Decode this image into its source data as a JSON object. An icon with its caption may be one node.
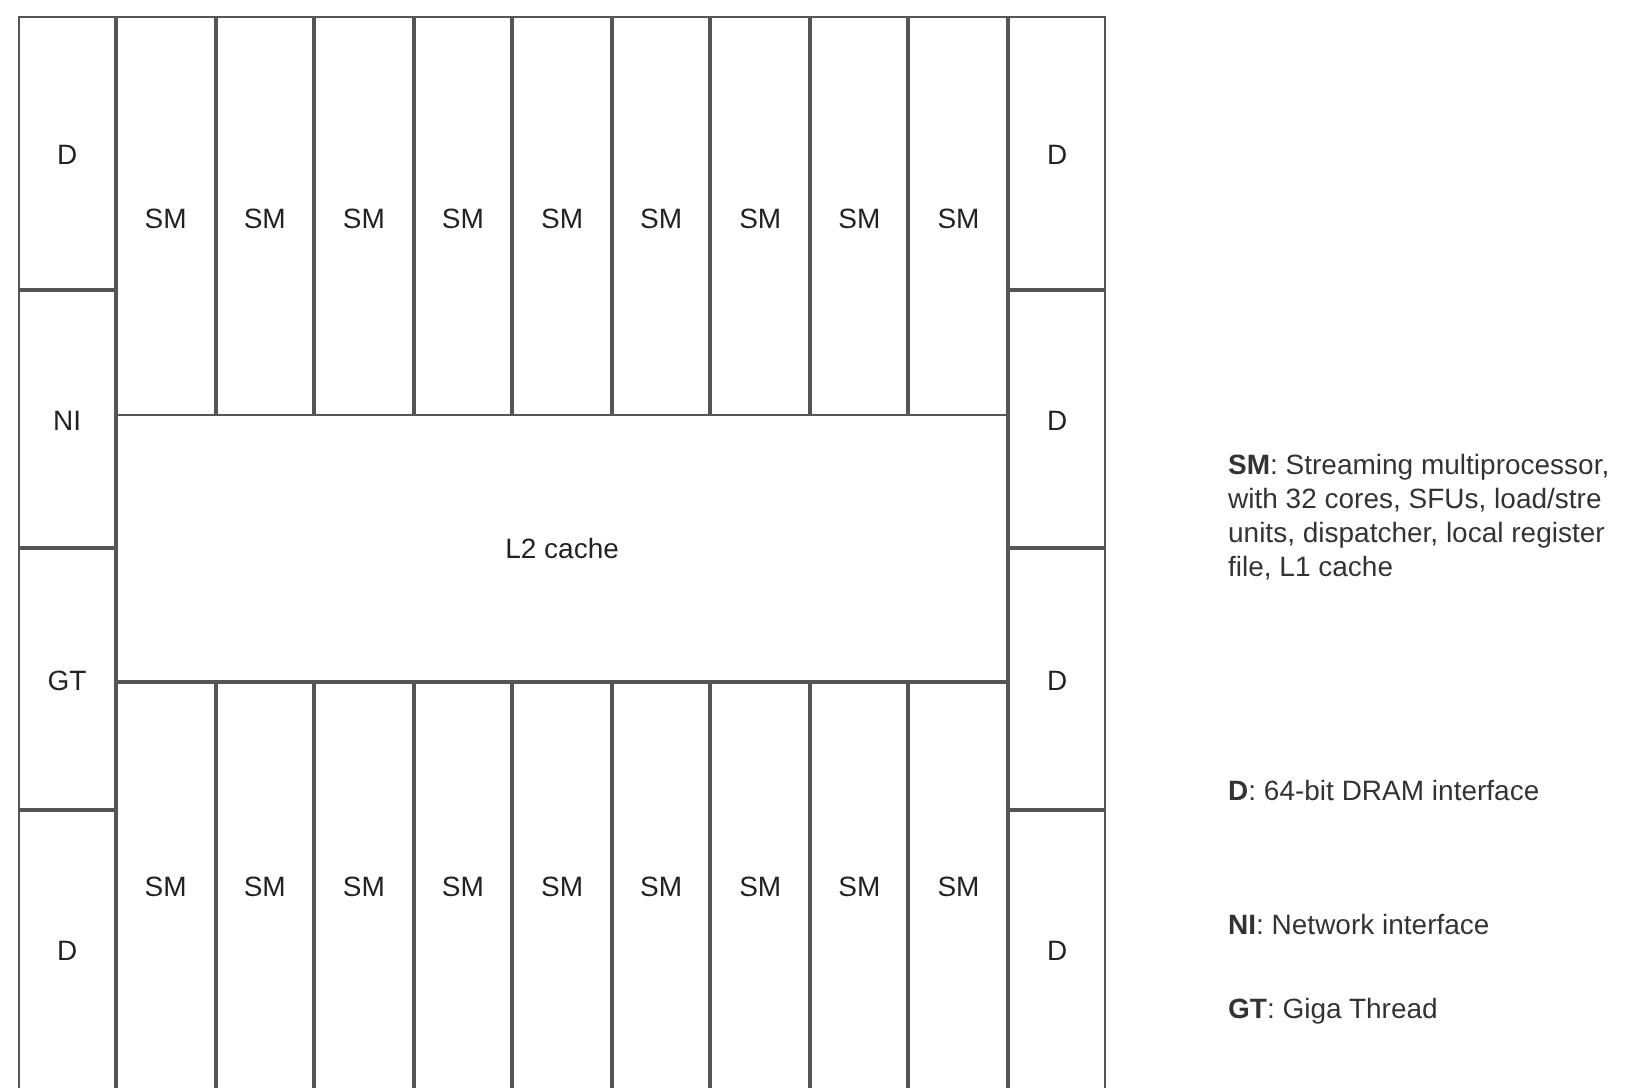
{
  "diagram": {
    "nodes": [
      {
        "text": [
          "D"
        ]
      },
      {
        "text": [
          "SM"
        ]
      },
      {
        "text": [
          "SM"
        ]
      },
      {
        "text": [
          "SM"
        ]
      },
      {
        "text": [
          "SM"
        ]
      },
      {
        "text": [
          "SM"
        ]
      },
      {
        "text": [
          "SM"
        ]
      },
      {
        "text": [
          "SM"
        ]
      },
      {
        "text": [
          "SM"
        ]
      },
      {
        "text": [
          "SM"
        ]
      },
      {
        "text": [
          "D"
        ]
      },
      {
        "text": [
          "NI"
        ]
      },
      {
        "text": [
          "L2 cache"
        ]
      },
      {
        "text": [
          "D"
        ]
      },
      {
        "text": [
          "GT"
        ]
      },
      {
        "text": [
          "D"
        ]
      },
      {
        "text": [
          "D"
        ]
      },
      {
        "text": [
          "SM"
        ]
      },
      {
        "text": [
          "SM"
        ]
      },
      {
        "text": [
          "SM"
        ]
      },
      {
        "text": [
          "SM"
        ]
      },
      {
        "text": [
          "SM"
        ]
      },
      {
        "text": [
          "SM"
        ]
      },
      {
        "text": [
          "SM"
        ]
      },
      {
        "text": [
          "SM"
        ]
      },
      {
        "text": [
          "SM"
        ]
      },
      {
        "text": [
          "D"
        ]
      }
    ],
    "labels": [
      "**SM**: Streaming multiprocessor, with 32 cores, SFUs, load/stre units, dispatcher, local register file, L1 cache",
      "**D**: 64-bit DRAM interface",
      "**NI**: Network interface",
      "**GT**: Giga Thread"
    ]
  }
}
